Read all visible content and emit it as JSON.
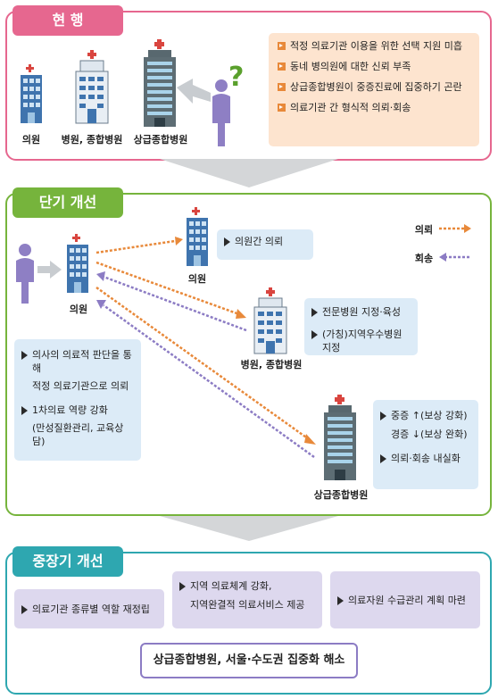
{
  "current": {
    "title": "현 행",
    "icons": [
      "의원",
      "병원, 종합병원",
      "상급종합병원"
    ],
    "issues": [
      "적정 의료기관 이용을 위한 선택 지원 미흡",
      "동네 병의원에 대한 신뢰 부족",
      "상급종합병원이 중증진료에 집중하기 곤란",
      "의료기관 간 형식적 의뢰·회송"
    ]
  },
  "short_term": {
    "title": "단기 개선",
    "origin": "의원",
    "legend": {
      "refer": "의뢰",
      "return": "회송"
    },
    "targets": [
      {
        "label": "의원",
        "notes": [
          "의원간 의뢰"
        ]
      },
      {
        "label": "병원, 종합병원",
        "notes": [
          "전문병원 지정·육성",
          "(가칭)지역우수병원 지정"
        ]
      },
      {
        "label": "상급종합병원",
        "notes": [
          "중증 ↑(보상 강화)",
          "경증 ↓(보상 완화)",
          "의뢰·회송 내실화"
        ]
      }
    ],
    "left_notes": [
      {
        "lines": [
          "의사의 의료적 판단을 통해",
          "적정 의료기관으로 의뢰"
        ]
      },
      {
        "lines": [
          "1차의료 역량 강화",
          "(만성질환관리, 교육상담)"
        ]
      }
    ]
  },
  "mid_long": {
    "title": "중장기 개선",
    "items": [
      {
        "lines": [
          "의료기관 종류별 역할 재정립"
        ]
      },
      {
        "lines": [
          "지역 의료체계 강화,",
          "지역완결적 의료서비스 제공"
        ]
      },
      {
        "lines": [
          "의료자원 수급관리 계획 마련"
        ]
      }
    ],
    "bottom": "상급종합병원, 서울·수도권 집중화 해소"
  },
  "colors": {
    "pink": "#e6678f",
    "green": "#76b43c",
    "teal": "#2ea7b0",
    "orange": "#e8893a",
    "purple": "#8c7cc4",
    "blue": "#6c95c3"
  }
}
